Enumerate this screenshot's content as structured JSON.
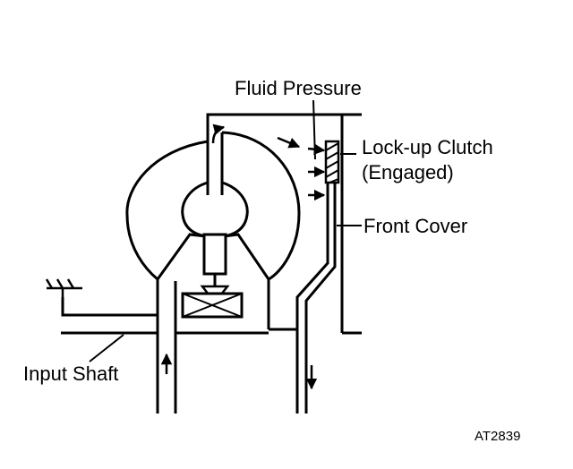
{
  "labels": {
    "fluid_pressure": "Fluid Pressure",
    "lockup_clutch": "Lock-up Clutch",
    "engaged": "(Engaged)",
    "front_cover": "Front Cover",
    "input_shaft": "Input Shaft",
    "figure_code": "AT2839"
  },
  "colors": {
    "ink": "#000000",
    "background": "#ffffff"
  },
  "icons": {
    "ground": "ground-symbol-icon",
    "flow_arrow": "flow-arrow-icon",
    "pressure_arrow": "pressure-arrow-icon"
  }
}
